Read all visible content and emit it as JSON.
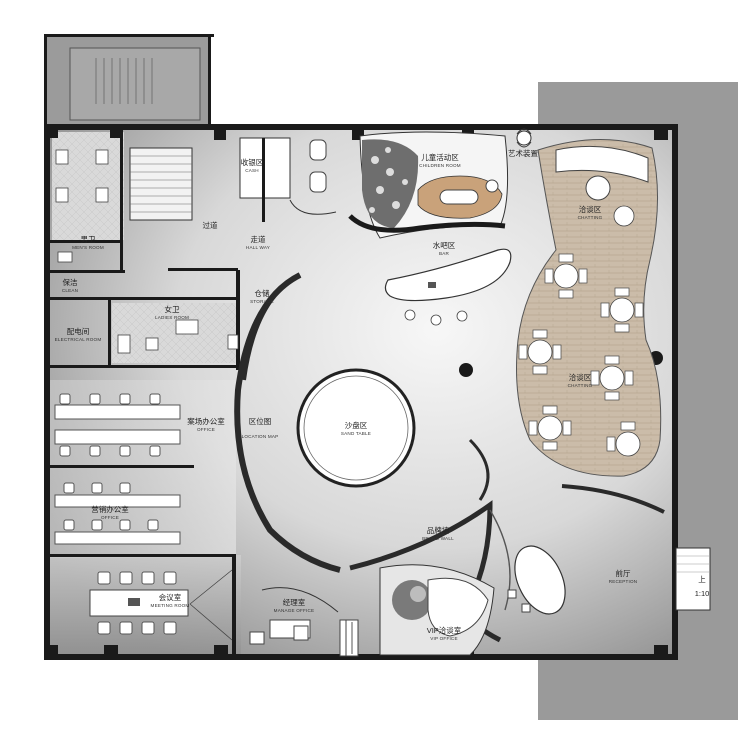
{
  "colors": {
    "floor_light": "#f4f4f4",
    "floor_dark": "#8f8f8f",
    "wall": "#1a1a1a",
    "exterior": "#9a9a9a",
    "lounge_wood": "#cdbfae",
    "children_wood": "#c9a27a"
  },
  "rooms": {
    "mens": {
      "cn": "男卫",
      "en": "MEN'S ROOM"
    },
    "cleaning": {
      "cn": "保洁",
      "en": "CLEAN"
    },
    "electrical": {
      "cn": "配电间",
      "en": "ELECTRICAL ROOM"
    },
    "ladies": {
      "cn": "女卫",
      "en": "LADIES ROOM"
    },
    "storage": {
      "cn": "仓储",
      "en": "STORAGE"
    },
    "cash": {
      "cn": "收银区",
      "en": "CASH"
    },
    "corridor": {
      "cn": "过道",
      "en": ""
    },
    "hallway": {
      "cn": "走道",
      "en": "HALL WAY"
    },
    "children": {
      "cn": "儿童活动区",
      "en": "CHILDREN ROOM"
    },
    "art": {
      "cn": "艺术装置",
      "en": ""
    },
    "chatting_top": {
      "cn": "洽谈区",
      "en": "CHATTING"
    },
    "bar": {
      "cn": "水吧区",
      "en": "BAR"
    },
    "chatting_mid": {
      "cn": "洽谈区",
      "en": "CHATTING"
    },
    "office_field": {
      "cn": "案场办公室",
      "en": "OFFICE"
    },
    "location_map": {
      "cn": "区位图",
      "en": "LOCATION MAP"
    },
    "sand_table": {
      "cn": "沙盘区",
      "en": "SAND TABLE"
    },
    "sales_office": {
      "cn": "营销办公室",
      "en": "OFFICE"
    },
    "brand_wall": {
      "cn": "品牌墙",
      "en": "BRAND WALL"
    },
    "meeting": {
      "cn": "会议室",
      "en": "MEETING ROOM"
    },
    "manager": {
      "cn": "经理室",
      "en": "MANAGE OFFICE"
    },
    "vip": {
      "cn": "VIP洽谈室",
      "en": "VIP OFFICE"
    },
    "reception": {
      "cn": "前厅",
      "en": "RECEPTION"
    }
  },
  "ramp": {
    "label": "上",
    "ratio": "1:10"
  }
}
